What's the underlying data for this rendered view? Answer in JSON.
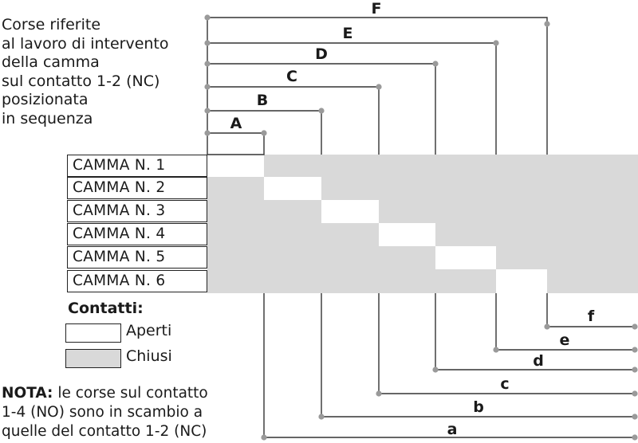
{
  "description": [
    "Corse riferite",
    "al lavoro di intervento",
    "della camma",
    "sul contatto 1-2 (NC)",
    "posizionata",
    "in sequenza"
  ],
  "cams": [
    "CAMMA N. 1",
    "CAMMA N. 2",
    "CAMMA N. 3",
    "CAMMA N. 4",
    "CAMMA N. 5",
    "CAMMA N. 6"
  ],
  "upper_strokes": [
    "A",
    "B",
    "C",
    "D",
    "E",
    "F"
  ],
  "lower_strokes": [
    "a",
    "b",
    "c",
    "d",
    "e",
    "f"
  ],
  "legend": {
    "title": "Contatti:",
    "open": "Aperti",
    "closed": "Chiusi"
  },
  "note": {
    "bold": "NOTA:",
    "lines": [
      " le corse sul contatto",
      "1-4 (NO) sono in scambio a",
      "quelle del contatto 1-2 (NC)"
    ]
  },
  "colors": {
    "closed_fill": "#d9d9d9",
    "open_fill": "#ffffff",
    "line": "#333333",
    "dot": "#9a9a9a"
  }
}
